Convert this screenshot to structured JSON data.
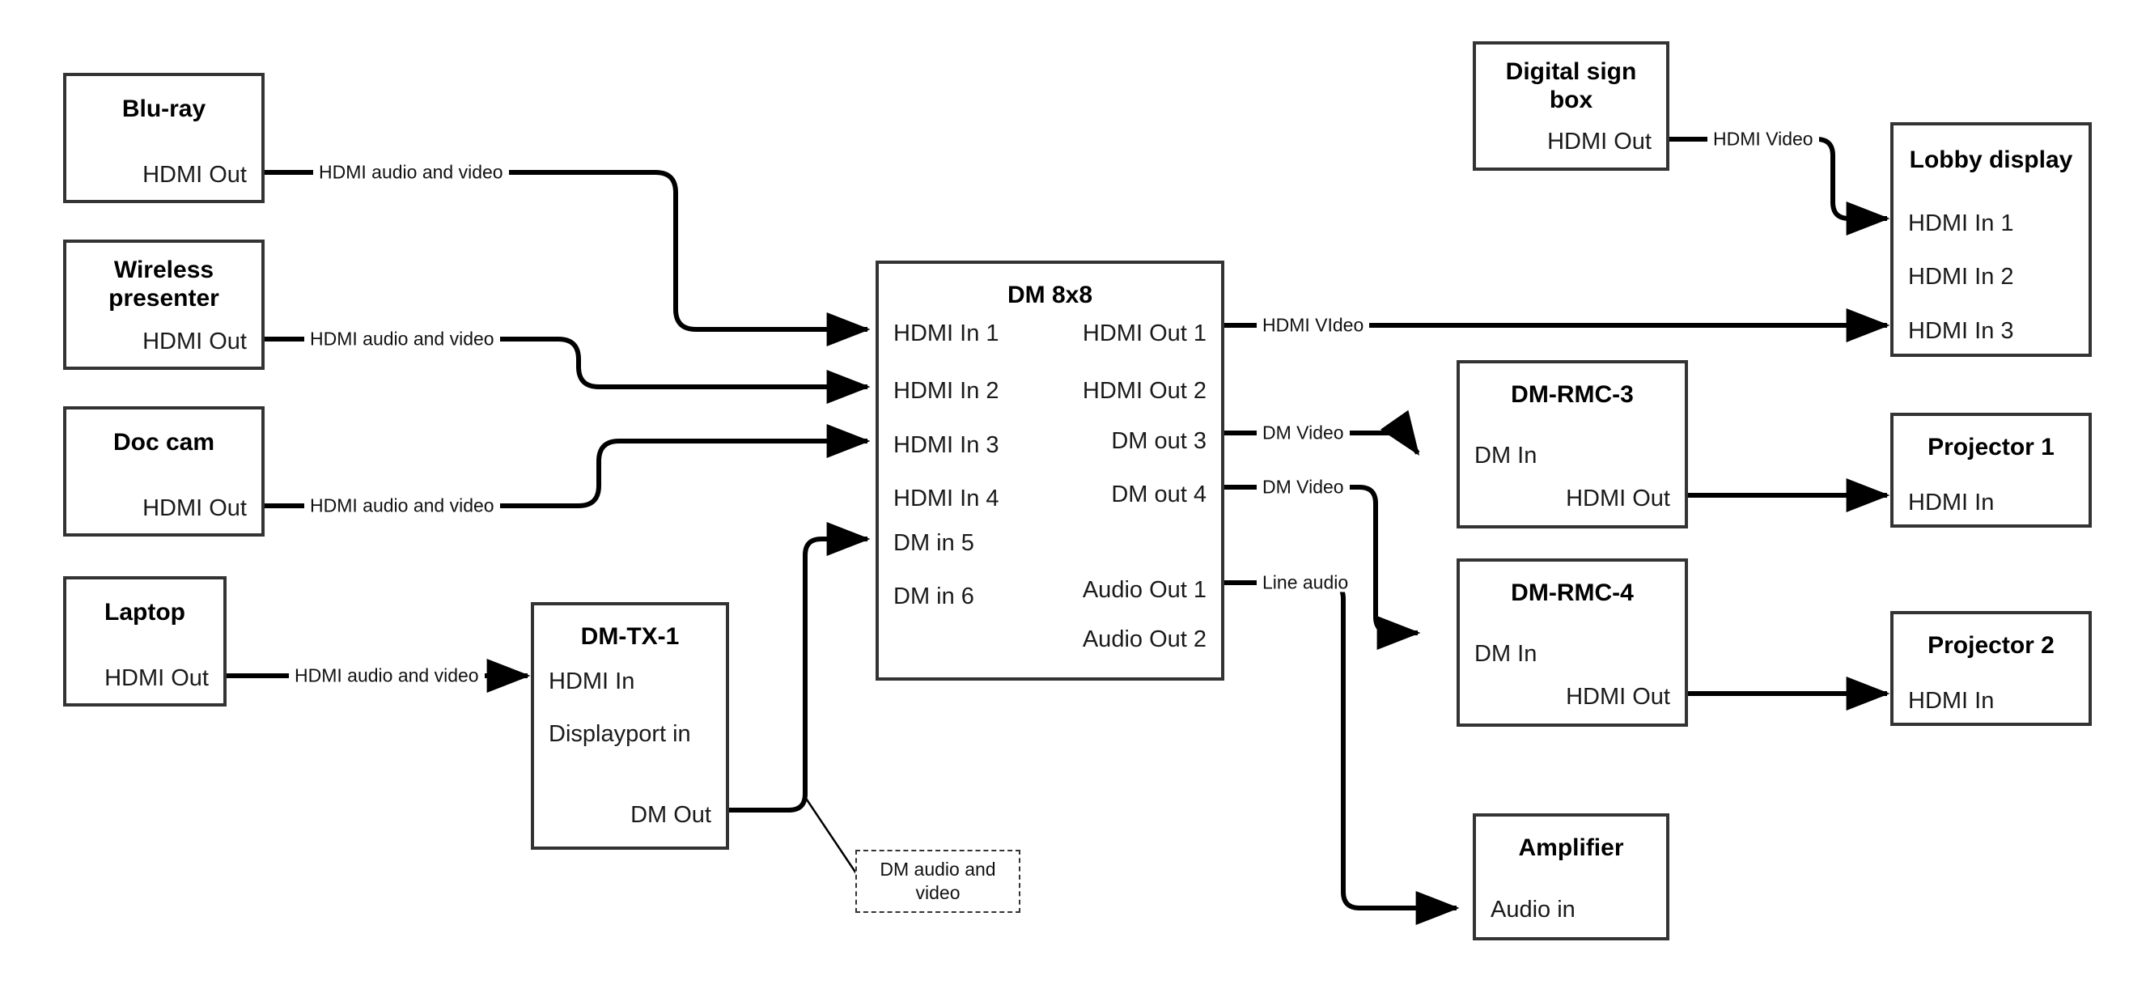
{
  "diagram": {
    "title": "AV System Signal Flow Diagram",
    "colors": {
      "box_stroke": "#333333",
      "wire": "#000000",
      "text": "#000000",
      "background": "#ffffff",
      "callout_stroke": "#333333"
    }
  },
  "nodes": {
    "bluray": {
      "title": "Blu-ray",
      "ports": [
        "HDMI Out"
      ]
    },
    "wireless": {
      "title": "Wireless presenter",
      "ports": [
        "HDMI Out"
      ]
    },
    "doccam": {
      "title": "Doc cam",
      "ports": [
        "HDMI Out"
      ]
    },
    "laptop": {
      "title": "Laptop",
      "ports": [
        "HDMI Out"
      ]
    },
    "dmtx1": {
      "title": "DM-TX-1",
      "ports": [
        "HDMI In",
        "Displayport in",
        "DM Out"
      ]
    },
    "dm8x8": {
      "title": "DM 8x8",
      "inputs": [
        "HDMI In 1",
        "HDMI In 2",
        "HDMI In 3",
        "HDMI In 4",
        "DM in 5",
        "DM in 6"
      ],
      "outputs": [
        "HDMI Out 1",
        "HDMI Out 2",
        "DM out 3",
        "DM out 4",
        "Audio Out 1",
        "Audio Out 2"
      ]
    },
    "digitalsign": {
      "title": "Digital sign box",
      "ports": [
        "HDMI Out"
      ]
    },
    "lobbydisplay": {
      "title": "Lobby display",
      "ports": [
        "HDMI In 1",
        "HDMI In 2",
        "HDMI In 3"
      ]
    },
    "dmrmc3": {
      "title": "DM-RMC-3",
      "ports": [
        "DM In",
        "HDMI Out"
      ]
    },
    "dmrmc4": {
      "title": "DM-RMC-4",
      "ports": [
        "DM In",
        "HDMI Out"
      ]
    },
    "projector1": {
      "title": "Projector 1",
      "ports": [
        "HDMI In"
      ]
    },
    "projector2": {
      "title": "Projector 2",
      "ports": [
        "HDMI In"
      ]
    },
    "amplifier": {
      "title": "Amplifier",
      "ports": [
        "Audio in"
      ]
    }
  },
  "wire_labels": {
    "bluray_to_dm": "HDMI audio and video",
    "wireless_to_dm": "HDMI audio and video",
    "doccam_to_dm": "HDMI audio and video",
    "laptop_to_dmtx1": "HDMI audio and video",
    "sign_to_lobby": "HDMI Video",
    "dm_hdmiout1": "HDMI VIdeo",
    "dm_dmout3": "DM Video",
    "dm_dmout4": "DM Video",
    "dm_audioout1": "Line audio"
  },
  "callouts": {
    "dm_tx_link": "DM audio and video"
  }
}
